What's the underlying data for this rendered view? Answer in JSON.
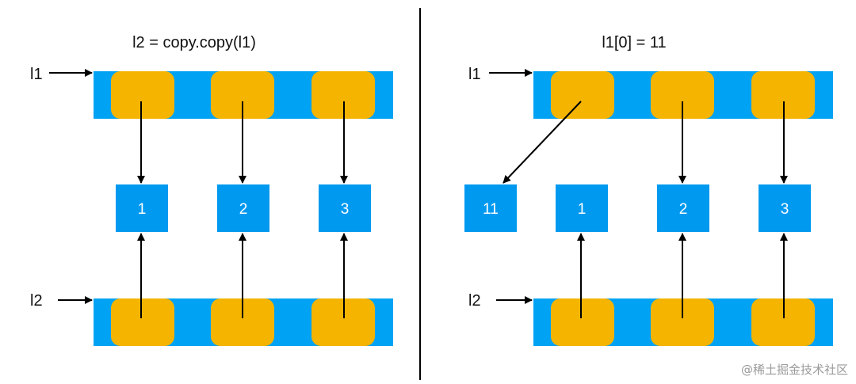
{
  "colors": {
    "list_bar": "#00a2f3",
    "slot": "#f4b400",
    "value_box": "#0099f0",
    "arrow": "#000000",
    "divider": "#000000",
    "text": "#111111",
    "value_text": "#ffffff"
  },
  "left_panel": {
    "title": "l2 = copy.copy(l1)",
    "top_label": "l1",
    "bottom_label": "l2",
    "values": [
      "1",
      "2",
      "3"
    ]
  },
  "right_panel": {
    "title": "l1[0] = 11",
    "top_label": "l1",
    "bottom_label": "l2",
    "new_value": "11",
    "values": [
      "1",
      "2",
      "3"
    ]
  },
  "watermark": "@稀土掘金技术社区"
}
